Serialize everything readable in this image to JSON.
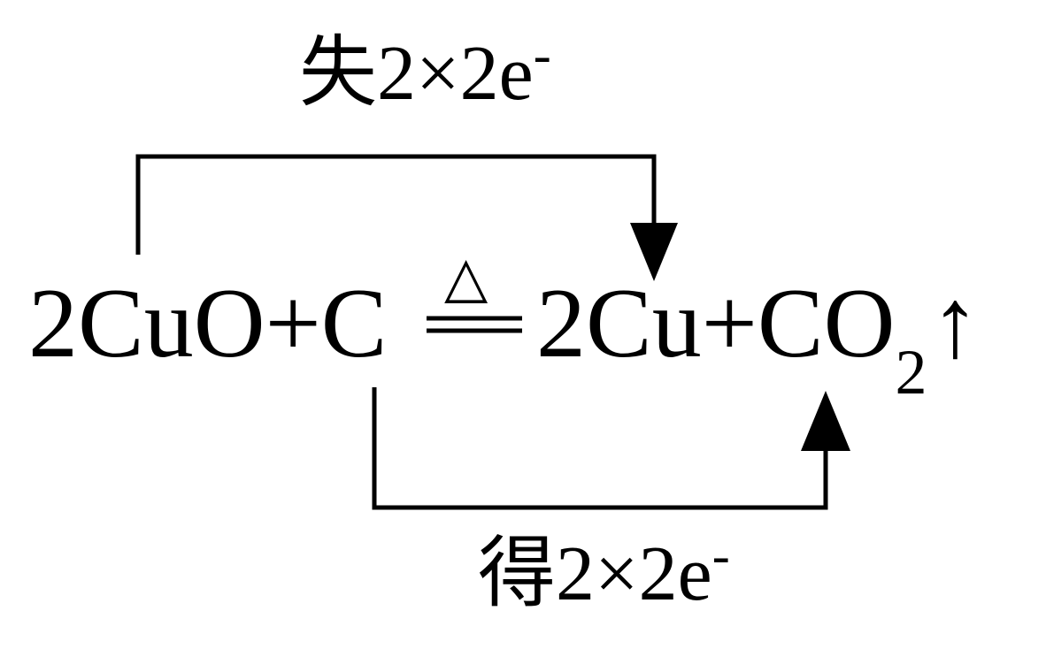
{
  "top_label": {
    "text": "失2×2e",
    "charge": "-"
  },
  "bottom_label": {
    "text": "得2×2e",
    "charge": "-"
  },
  "equation": {
    "reactants": "2CuO+C",
    "condition": "△",
    "products_main": "2Cu+CO",
    "co2_subscript": "2",
    "gas_arrow": "↑"
  }
}
